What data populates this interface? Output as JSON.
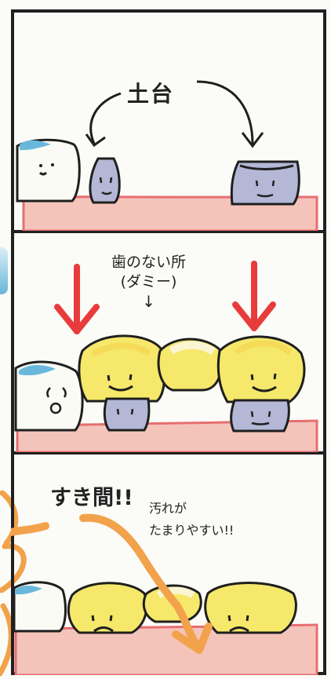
{
  "panels": [
    {
      "id": "panel-1",
      "caption": "土台",
      "text_items": []
    },
    {
      "id": "panel-2",
      "caption_lines": [
        "歯のない所",
        "(ダミー)"
      ],
      "marker": "↓"
    },
    {
      "id": "panel-3",
      "caption": "すき間!!",
      "caption_lines": [
        "汚れが",
        "たまりやすい!!"
      ]
    }
  ],
  "colors": {
    "tooth_yellow": "#f6e86b",
    "tooth_white": "#fbfbf6",
    "abutment_gray": "#b4b8d6",
    "gum_pink": "#f4c4bb",
    "gum_line": "#e76e70",
    "arrow_red": "#e83c3c",
    "food_orange": "#f2a24a",
    "ink": "#1f1f1f"
  },
  "icons": {
    "red_down_arrows": "arrow-down-icon",
    "orange_path_arrow": "curved-arrow-icon",
    "base_curved_arrows": "curved-arrow-icon"
  }
}
